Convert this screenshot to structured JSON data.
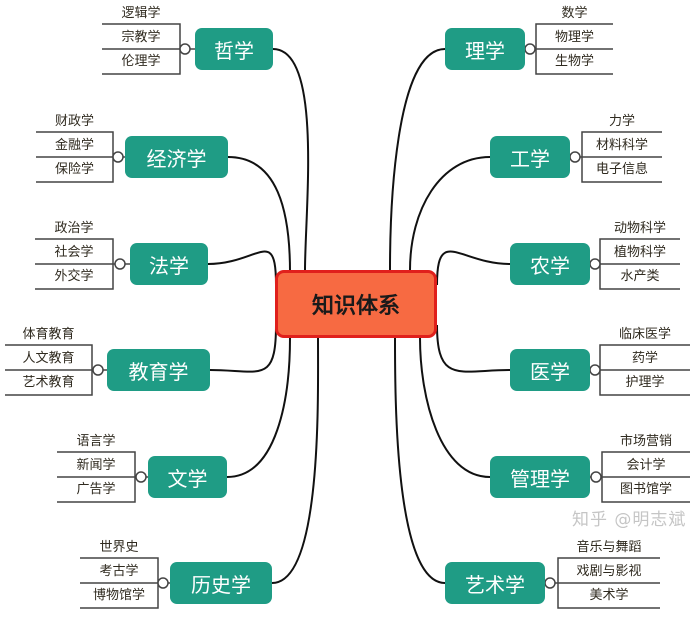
{
  "center": {
    "label": "知识体系"
  },
  "branches": [
    {
      "label": "哲学",
      "side": "left",
      "children": [
        "逻辑学",
        "宗教学",
        "伦理学"
      ]
    },
    {
      "label": "经济学",
      "side": "left",
      "children": [
        "财政学",
        "金融学",
        "保险学"
      ]
    },
    {
      "label": "法学",
      "side": "left",
      "children": [
        "政治学",
        "社会学",
        "外交学"
      ]
    },
    {
      "label": "教育学",
      "side": "left",
      "children": [
        "体育教育",
        "人文教育",
        "艺术教育"
      ]
    },
    {
      "label": "文学",
      "side": "left",
      "children": [
        "语言学",
        "新闻学",
        "广告学"
      ]
    },
    {
      "label": "历史学",
      "side": "left",
      "children": [
        "世界史",
        "考古学",
        "博物馆学"
      ]
    },
    {
      "label": "理学",
      "side": "right",
      "children": [
        "数学",
        "物理学",
        "生物学"
      ]
    },
    {
      "label": "工学",
      "side": "right",
      "children": [
        "力学",
        "材料科学",
        "电子信息"
      ]
    },
    {
      "label": "农学",
      "side": "right",
      "children": [
        "动物科学",
        "植物科学",
        "水产类"
      ]
    },
    {
      "label": "医学",
      "side": "right",
      "children": [
        "临床医学",
        "药学",
        "护理学"
      ]
    },
    {
      "label": "管理学",
      "side": "right",
      "children": [
        "市场营销",
        "会计学",
        "图书馆学"
      ]
    },
    {
      "label": "艺术学",
      "side": "right",
      "children": [
        "音乐与舞蹈",
        "戏剧与影视",
        "美术学"
      ]
    }
  ],
  "watermark": "知乎 @明志斌",
  "colors": {
    "node": "#1f9c85",
    "center_fill": "#f76a42",
    "center_border": "#e0201c"
  }
}
